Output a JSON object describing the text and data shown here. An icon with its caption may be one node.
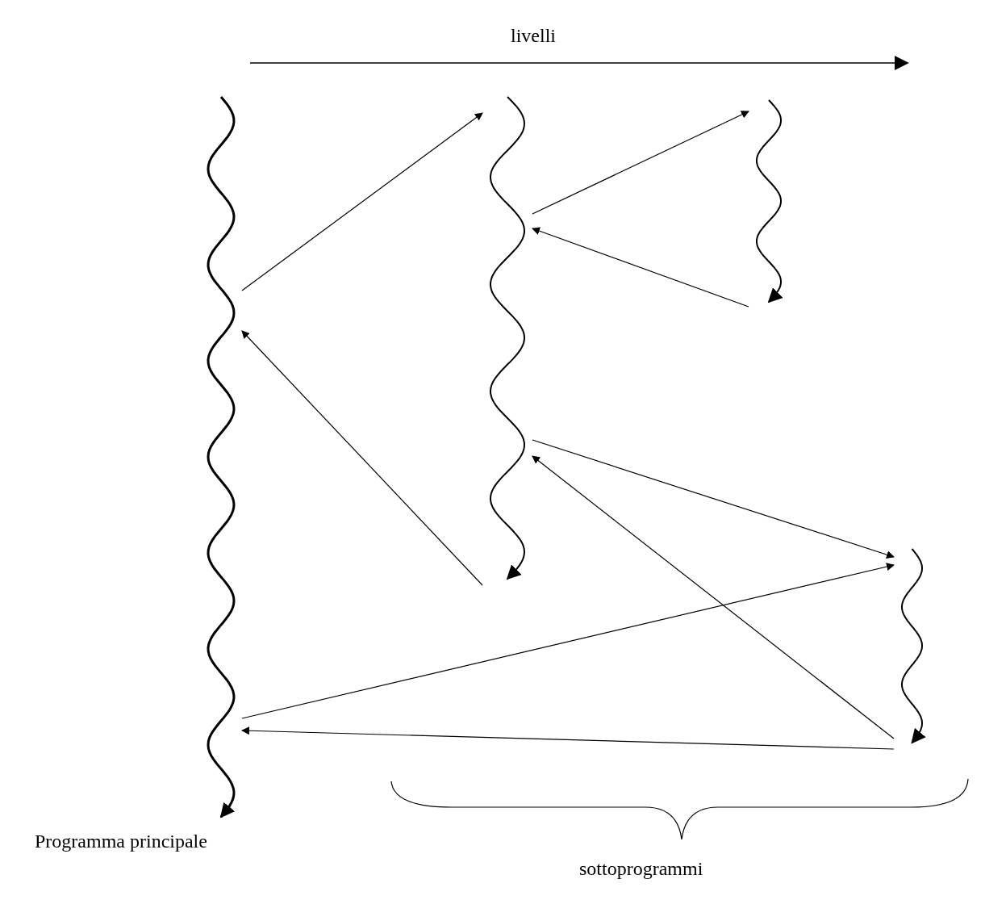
{
  "diagram": {
    "nodes": [
      {
        "text": [],
        "shape": "line",
        "beside": [
          "Programma principale"
        ]
      },
      {
        "text": [],
        "shape": "line"
      },
      {
        "text": [],
        "shape": "line"
      },
      {
        "text": [],
        "shape": "line"
      }
    ],
    "edges": [
      {
        "from": 0,
        "to": 1,
        "arrow": "to"
      },
      {
        "from": 1,
        "to": 2,
        "arrow": "to"
      },
      {
        "from": 2,
        "to": 1,
        "arrow": "to"
      },
      {
        "from": 1,
        "to": 0,
        "arrow": "to"
      },
      {
        "from": 1,
        "to": 3,
        "arrow": "to"
      },
      {
        "from": 3,
        "to": 1,
        "arrow": "to"
      },
      {
        "from": 0,
        "to": 3,
        "arrow": "to"
      },
      {
        "from": 3,
        "to": 0,
        "arrow": "to"
      }
    ],
    "labels": [
      "livelli",
      "sottoprogrammi"
    ]
  }
}
